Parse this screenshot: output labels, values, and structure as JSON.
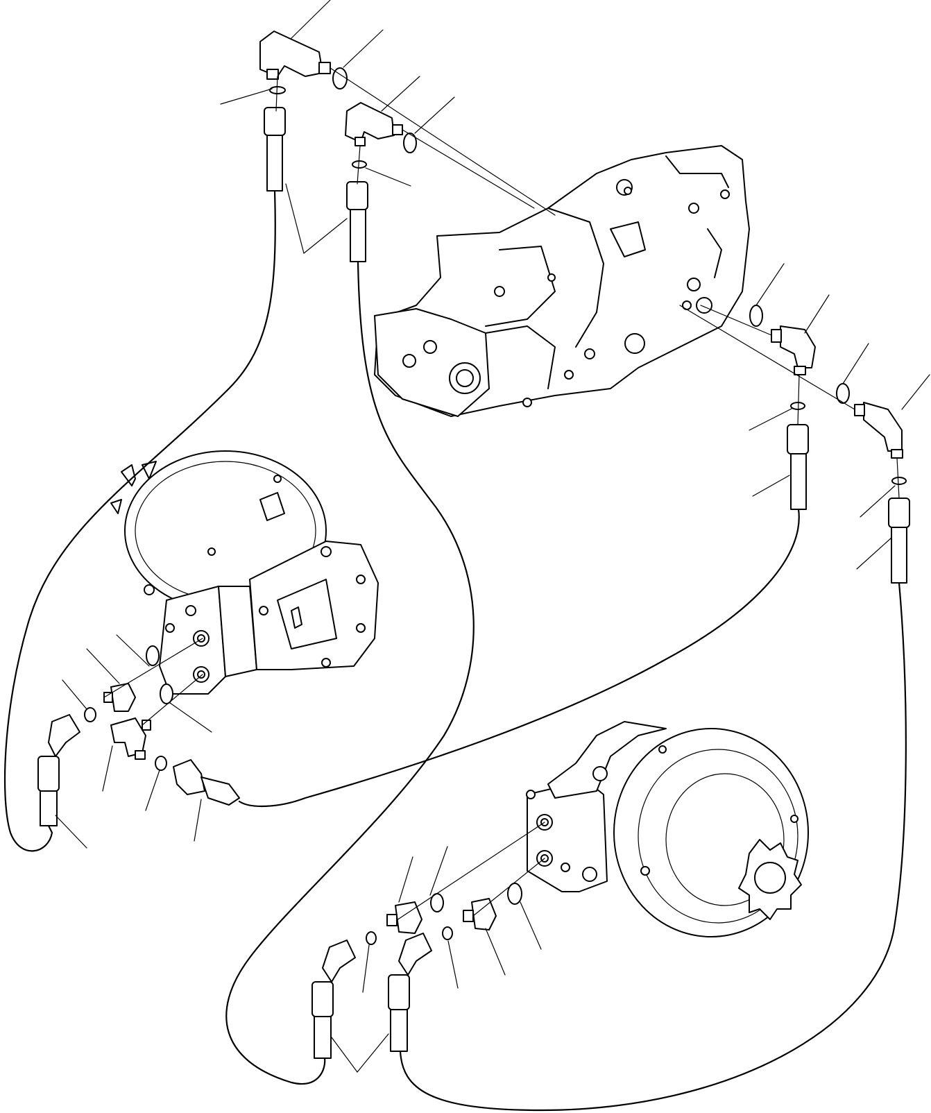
{
  "figure": {
    "background": "#ffffff",
    "line_color": "#000000",
    "components": [
      "hydraulic-pump-assembly",
      "left-travel-motor",
      "right-travel-motor",
      "hoses",
      "elbow-fittings",
      "adapter-fittings",
      "o-rings"
    ]
  }
}
